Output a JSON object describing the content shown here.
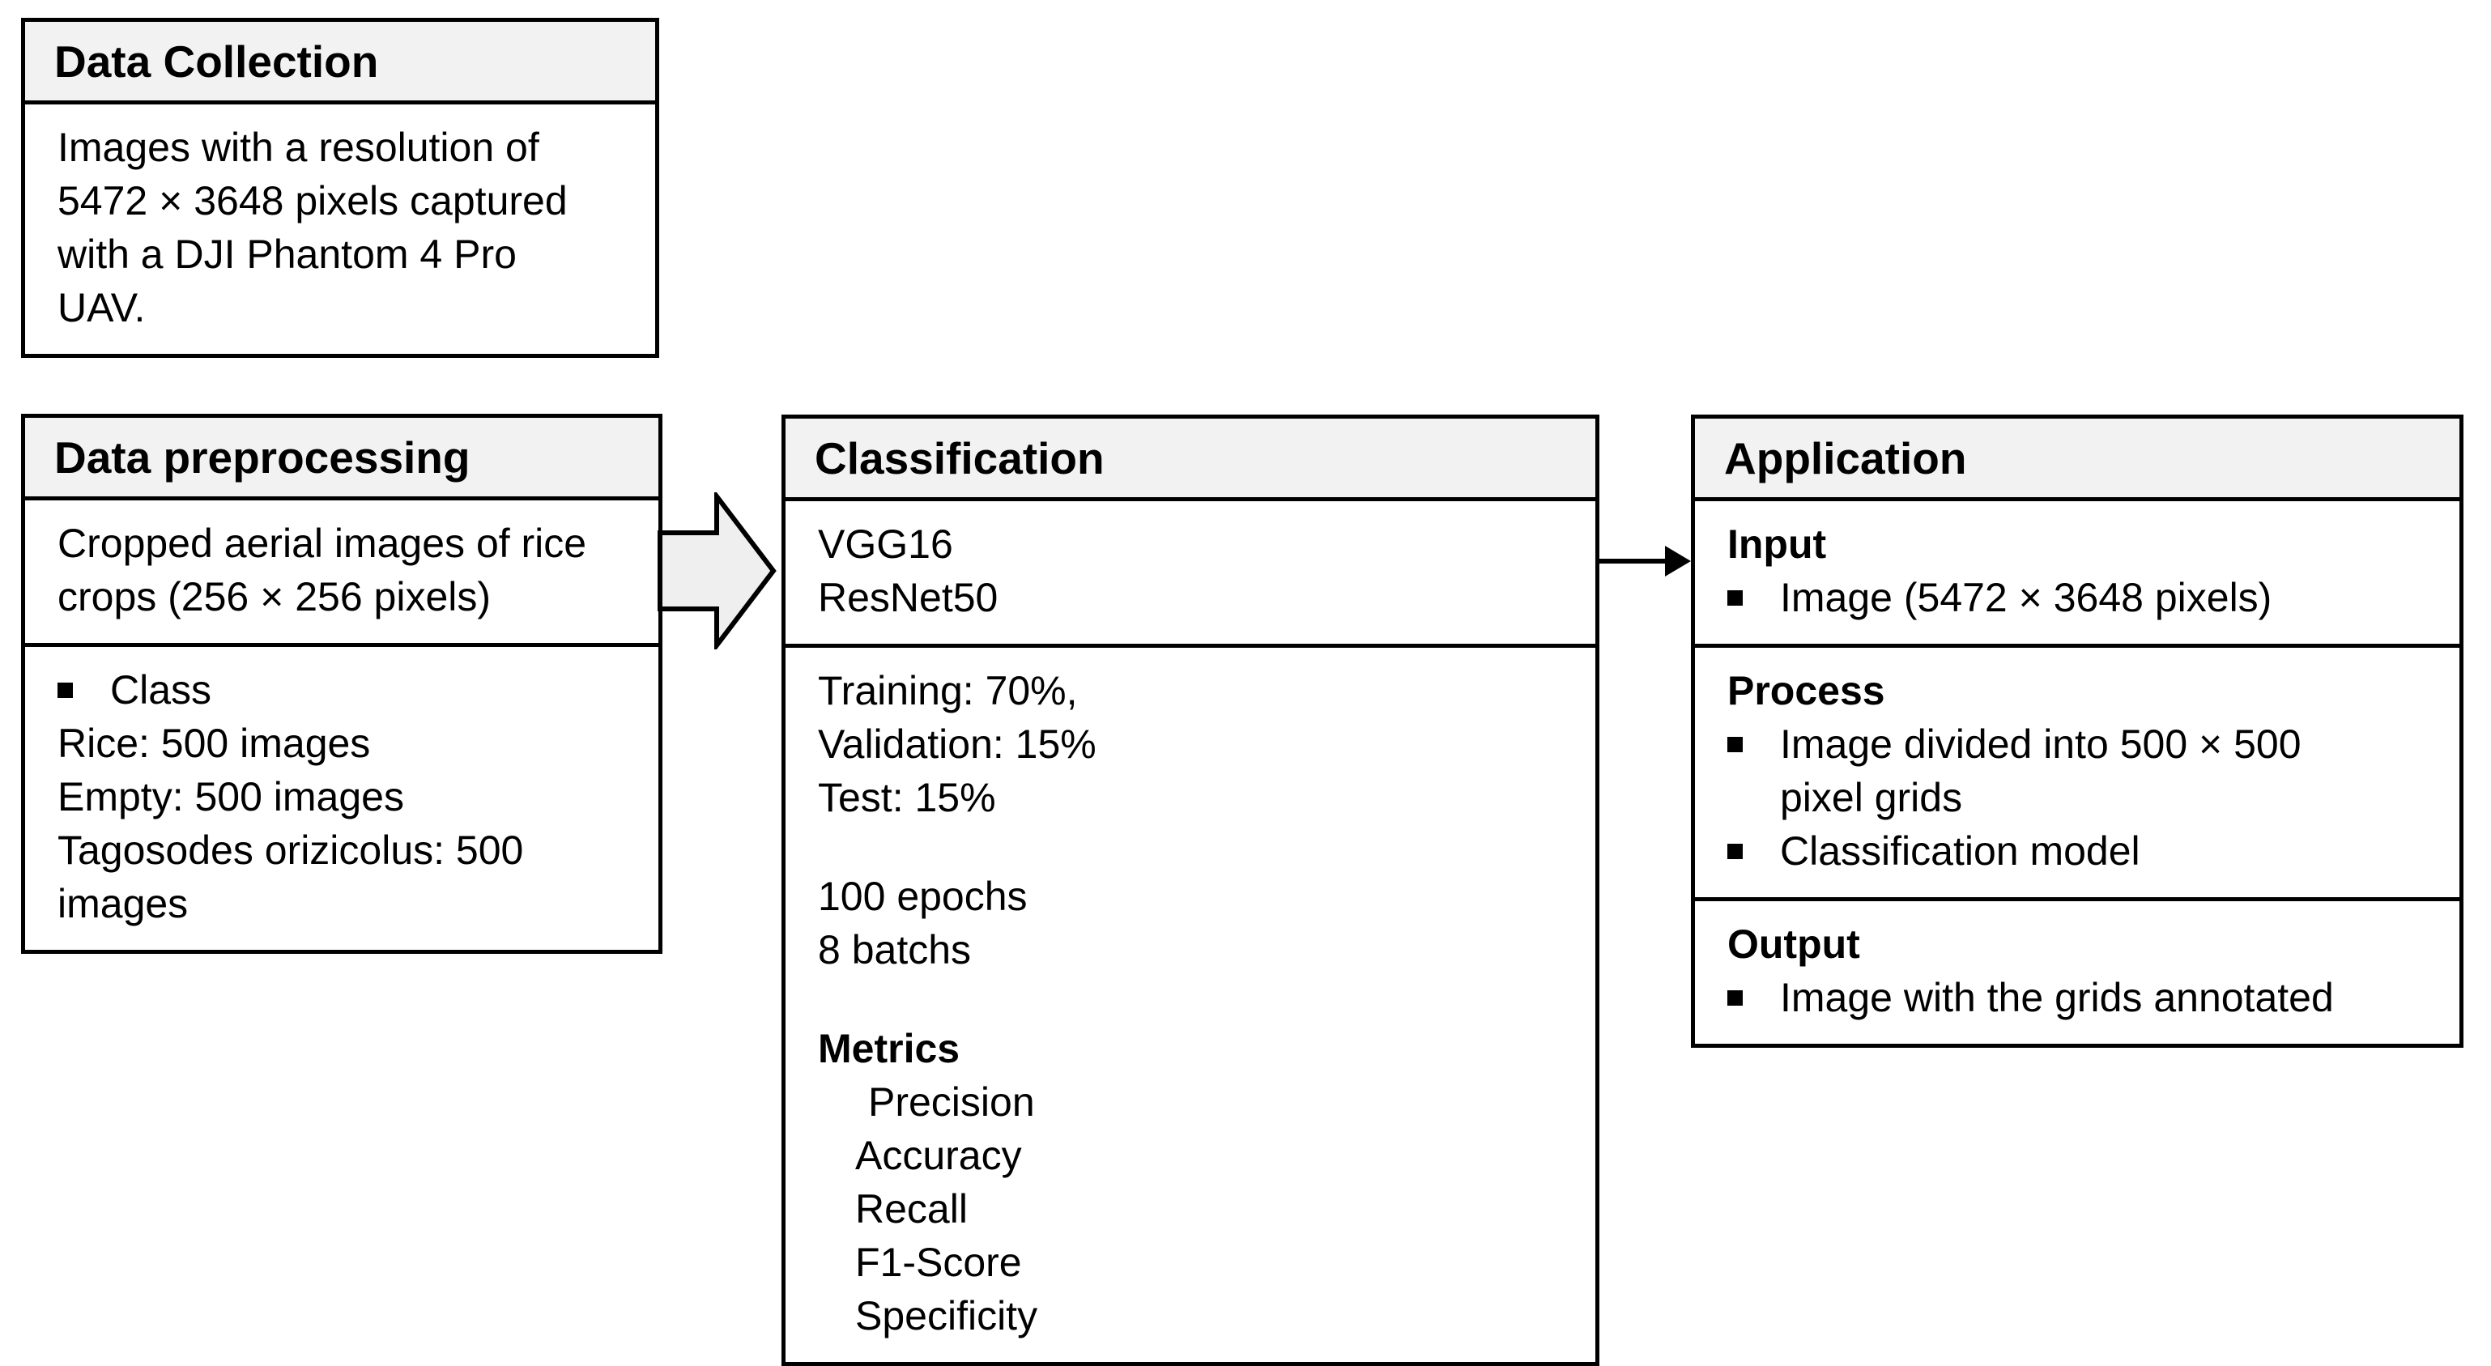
{
  "colors": {
    "background": "#ffffff",
    "border": "#000000",
    "header_bg": "#f2f2f2",
    "block_arrow_fill": "#efefef",
    "text": "#000000"
  },
  "boxes": {
    "data_collection": {
      "title": "Data Collection",
      "body_lines": [
        "Images with a resolution of",
        "5472 × 3648 pixels captured",
        "with a DJI Phantom 4 Pro",
        "UAV."
      ]
    },
    "data_preprocessing": {
      "title": "Data preprocessing",
      "crop_lines": [
        "Cropped aerial images of rice",
        "crops (256 × 256 pixels)"
      ],
      "class_bullet_label": "Class",
      "class_lines": [
        "Rice: 500 images",
        "Empty: 500 images",
        "Tagosodes orizicolus: 500",
        "images"
      ]
    },
    "classification": {
      "title": "Classification",
      "model_lines": [
        "VGG16",
        "ResNet50"
      ],
      "split_lines": [
        "Training: 70%,",
        "Validation: 15%",
        "Test: 15%"
      ],
      "config_lines": [
        "100 epochs",
        "8 batchs"
      ],
      "metrics_heading": "Metrics",
      "metric_items": [
        "Precision",
        "Accuracy",
        "Recall",
        "F1-Score",
        "Specificity"
      ]
    },
    "application": {
      "title": "Application",
      "sections": [
        {
          "heading": "Input",
          "bullets": [
            {
              "lines": [
                "Image (5472 × 3648 pixels)"
              ]
            }
          ]
        },
        {
          "heading": "Process",
          "bullets": [
            {
              "lines": [
                "Image divided into 500 × 500",
                "pixel grids"
              ]
            },
            {
              "lines": [
                "Classification model"
              ]
            }
          ]
        },
        {
          "heading": "Output",
          "bullets": [
            {
              "lines": [
                "Image with the grids annotated"
              ]
            }
          ]
        }
      ]
    }
  }
}
